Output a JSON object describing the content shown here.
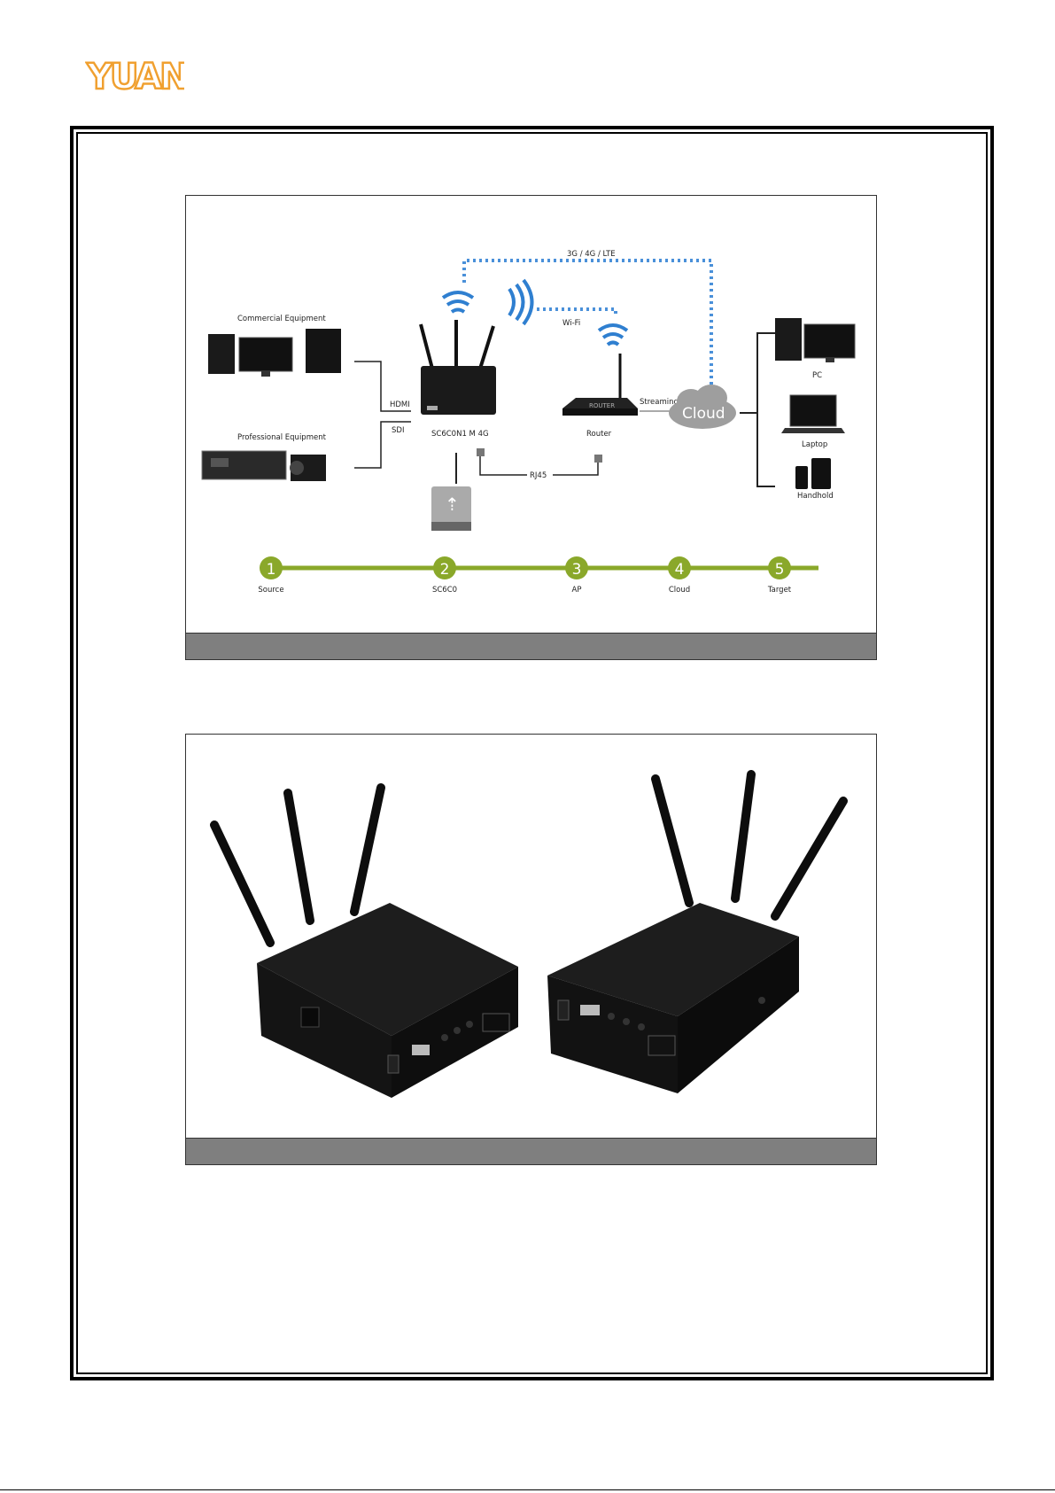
{
  "logo": {
    "text": "YUAN",
    "color": "#f0a030"
  },
  "diagram": {
    "labels": {
      "network": "3G / 4G / LTE",
      "wifi": "Wi-Fi",
      "commercial": "Commercial Equipment",
      "professional": "Professional Equipment",
      "hdmi": "HDMI",
      "sdi": "SDI",
      "device": "SC6C0N1 M 4G",
      "router": "Router",
      "router_brand": "ROUTER",
      "streaming": "Streaming",
      "cloud": "Cloud",
      "rj45": "RJ45",
      "pc": "PC",
      "laptop": "Laptop",
      "handheld": "Handhold"
    },
    "steps": [
      {
        "num": "1",
        "label": "Source"
      },
      {
        "num": "2",
        "label": "SC6C0"
      },
      {
        "num": "3",
        "label": "AP"
      },
      {
        "num": "4",
        "label": "Cloud"
      },
      {
        "num": "5",
        "label": "Target"
      }
    ],
    "colors": {
      "wifi_blue": "#2f7fd0",
      "dotted_blue": "#4a90d9",
      "step_green": "#8aa82a"
    }
  }
}
